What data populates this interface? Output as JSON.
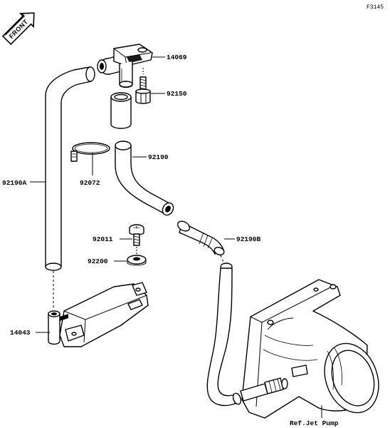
{
  "figure_code": "F3145",
  "direction_label": "FRONT",
  "parts": {
    "p14069": "14069",
    "p92150": "92150",
    "p92190": "92190",
    "p92072": "92072",
    "p92190A": "92190A",
    "p92011": "92011",
    "p92200": "92200",
    "p92190B": "92190B",
    "p14043": "14043"
  },
  "reference_label": "Ref.Jet Pump"
}
